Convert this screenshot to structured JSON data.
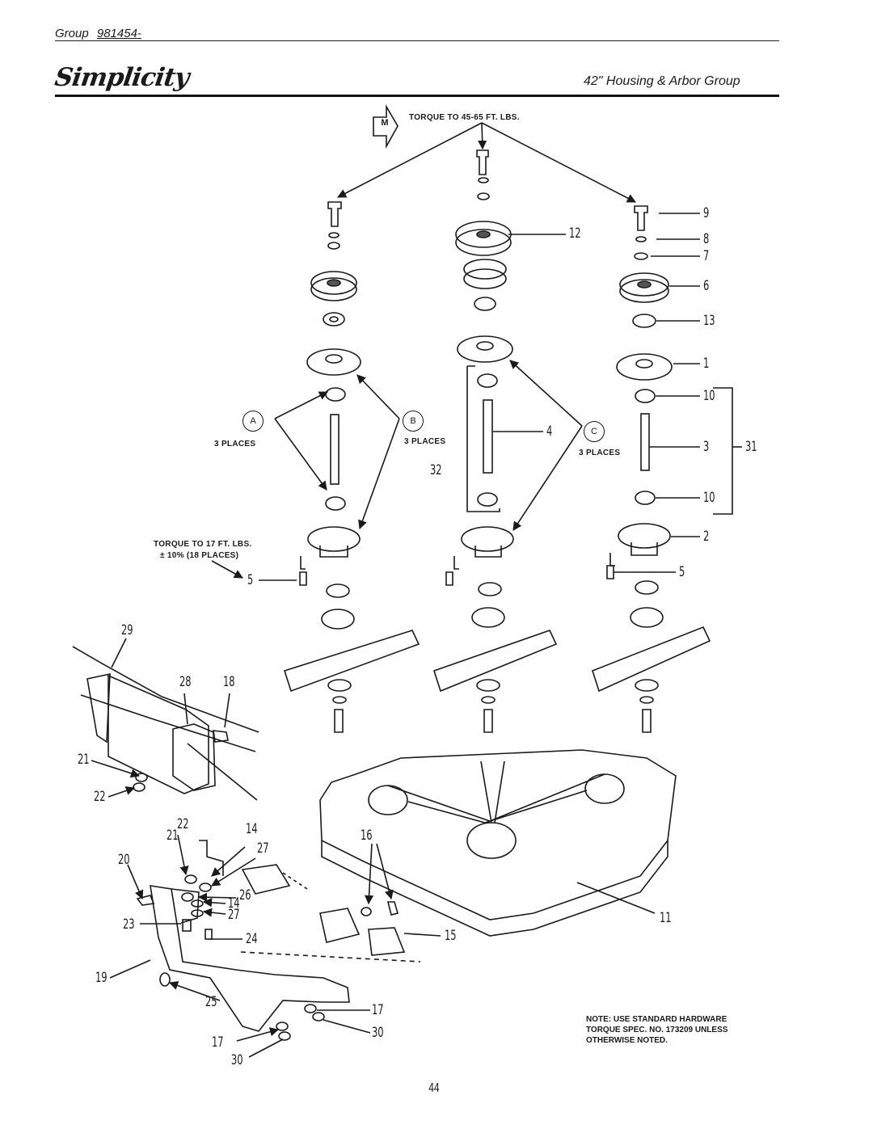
{
  "header": {
    "group_label": "Group",
    "group_number": "981454-",
    "brand": "Simplicity",
    "subtitle": "42\" Housing & Arbor Group"
  },
  "annotations": {
    "torque_top": "TORQUE TO 45-65 FT. LBS.",
    "m_marker": "M",
    "place_a": "A",
    "place_b": "B",
    "place_c": "C",
    "places_a": "3 PLACES",
    "places_b": "3 PLACES",
    "places_c": "3 PLACES",
    "torque_17_line1": "TORQUE TO 17 FT. LBS.",
    "torque_17_line2": "± 10% (18 PLACES)"
  },
  "callouts": {
    "c9": "9",
    "c8": "8",
    "c7": "7",
    "c12": "12",
    "c6": "6",
    "c13": "13",
    "c1": "1",
    "c10a": "10",
    "c4": "4",
    "c3": "3",
    "c31": "31",
    "c32": "32",
    "c10b": "10",
    "c2": "2",
    "c5a": "5",
    "c5b": "5",
    "c29": "29",
    "c28": "28",
    "c18": "18",
    "c21a": "21",
    "c22a": "22",
    "c21b": "21",
    "c22b": "22",
    "c14a": "14",
    "c27a": "27",
    "c20": "20",
    "c16": "16",
    "c26": "26",
    "c14b": "14",
    "c27b": "27",
    "c23": "23",
    "c24": "24",
    "c15": "15",
    "c11": "11",
    "c19": "19",
    "c25": "25",
    "c17a": "17",
    "c17b": "17",
    "c30a": "30",
    "c30b": "30"
  },
  "note": {
    "line1": "NOTE: USE STANDARD HARDWARE",
    "line2": "TORQUE SPEC. NO. 173209 UNLESS",
    "line3": "OTHERWISE NOTED."
  },
  "page_number": "44"
}
